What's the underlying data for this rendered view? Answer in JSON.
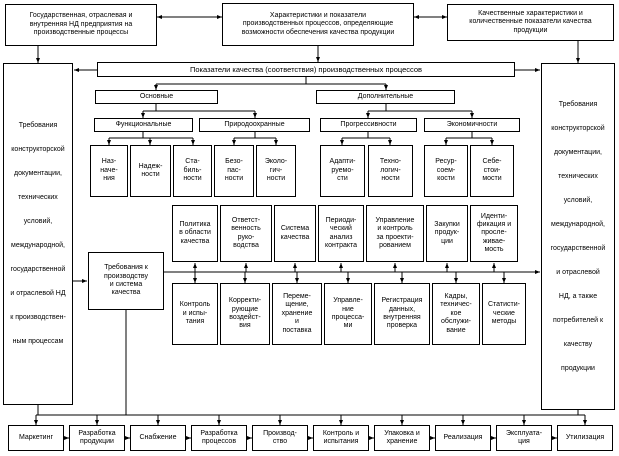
{
  "top_boxes": [
    "Государственная, отраслевая и\nвнутренняя НД предприятия на\nпроизводственные процессы",
    "Характеристики и показатели\nпроизводственных процессов, определяющие\nвозможности обеспечения качества продукции",
    "Качественные характеристики и\nколичественные показатели качества\nпродукции"
  ],
  "left_box": "Требования\nконструкторской\nдокументации,\nтехнических\nусловий,\nмеждународной,\nгосударственной\nи отраслевой НД\nк производствен-\nным процессам",
  "right_box": "Требования\nконструкторской\nдокументации,\nтехнических\nусловий,\nмеждународной,\nгосударственной\nи отраслевой\nНД, а также\nпотребителей к\nкачеству\nпродукции",
  "indicators": "Показатели качества (соответствия) производственных процессов",
  "groups": [
    "Основные",
    "Дополнительные"
  ],
  "categories": [
    "Функциональные",
    "Природоохранные",
    "Прогрессивности",
    "Экономичности"
  ],
  "subcriteria": [
    "Наз-\nначе-\nния",
    "Надеж-\nности",
    "Ста-\nбиль-\nности",
    "Безо-\nпас-\nности",
    "Эколо-\nгич-\nности",
    "Адапти-\nруемо-\nсти",
    "Техно-\nлогич-\nности",
    "Ресур-\nсоем-\nкости",
    "Себе-\nстои-\nмости"
  ],
  "requirements_box": "Требования к\nпроизводству\nи система\nкачества",
  "system_row1": [
    "Политика\nв области\nкачества",
    "Ответст-\nвенность\nруко-\nводства",
    "Система\nкачества",
    "Периоди-\nческий\nанализ\nконтракта",
    "Управление\nи контроль\nза проекти-\nрованием",
    "Закупки\nпродук-\nции",
    "Иденти-\nфикация и\nпросле-\nживае-\nмость"
  ],
  "system_row2": [
    "Контроль\nи испы-\nтания",
    "Корректи-\nрующие\nвоздейст-\nвия",
    "Переме-\nщение,\nхранение\nи\nпоставка",
    "Управле-\nние\nпроцесса-\nми",
    "Регистрация\nданных,\nвнутренняя\nпроверка",
    "Кадры,\nтехничес-\nкое\nобслужи-\nвание",
    "Статисти-\nческие\nметоды"
  ],
  "lifecycle": [
    "Маркетинг",
    "Разработка\nпродукции",
    "Снабжение",
    "Разработка\nпроцессов",
    "Производ-\nство",
    "Контроль и\nиспытания",
    "Упаковка и\nхранение",
    "Реализация",
    "Эксплуата-\nция",
    "Утилизация"
  ]
}
